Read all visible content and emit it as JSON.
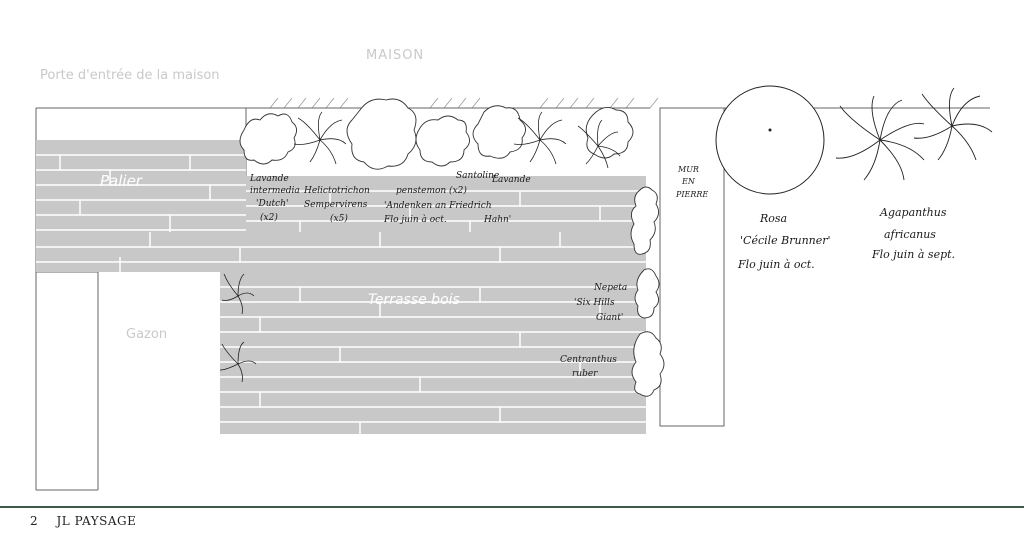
{
  "colors": {
    "plank": "#c8c8c8",
    "plank_line": "#ffffff",
    "outline": "#555555",
    "footer_rule": "#3b5a4a"
  },
  "labels": {
    "house": "MAISON",
    "front_door": "Porte d'entrée de la maison",
    "landing": "Palier",
    "terrace": "Terrasse bois",
    "lawn": "Gazon",
    "stone_wall_line1": "MUR",
    "stone_wall_line2": "EN",
    "stone_wall_line3": "PIERRE"
  },
  "plants": {
    "lavandula": [
      "Lavande",
      "intermedia",
      "'Dutch'",
      "(x2)"
    ],
    "helictotrichon": [
      "Helictotrichon",
      "Sempervirens",
      "(x5)"
    ],
    "penstemon": [
      "penstemon (x2)",
      "'Andenken an Friedrich",
      "Hahn'",
      "Flo juin à oct."
    ],
    "santolina": [
      "Santoline"
    ],
    "lavande": [
      "Lavande"
    ],
    "nepeta": [
      "Nepeta",
      "'Six Hills",
      "Giant'"
    ],
    "centranthus": [
      "Centranthus",
      "ruber"
    ],
    "rosa": [
      "Rosa",
      "'Cécile Brunner'",
      "Flo juin à oct."
    ],
    "agapanthus": [
      "Agapanthus",
      "africanus",
      "Flo juin à sept."
    ]
  },
  "footer": {
    "page_number": "2",
    "company": "JL PAYSAGE"
  }
}
